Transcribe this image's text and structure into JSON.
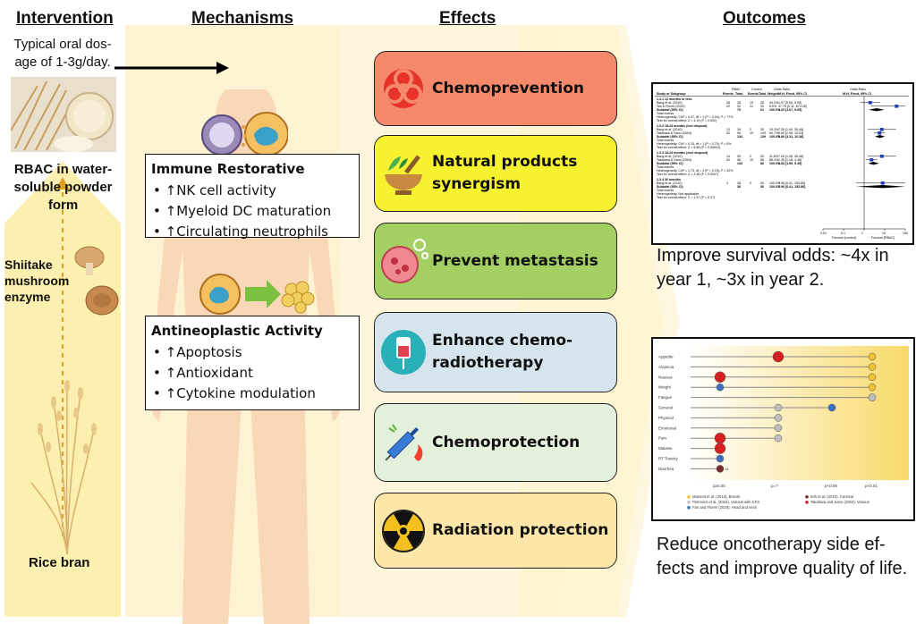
{
  "headers": {
    "intervention": "Intervention",
    "mechanisms": "Mechanisms",
    "effects": "Effects",
    "outcomes": "Outcomes"
  },
  "intervention": {
    "dosage": "Typical oral dos-age of 1-3g/day.",
    "product": "RBAC in water-soluble powder form",
    "enzyme": "Shiitake mushroom enzyme",
    "source": "Rice bran"
  },
  "mechanisms": {
    "immune": {
      "title": "Immune Restorative",
      "items": [
        "↑NK cell activity",
        "↑Myeloid DC maturation",
        "↑Circulating neutrophils"
      ]
    },
    "antineo": {
      "title": "Antineoplastic Activity",
      "items": [
        "↑Apoptosis",
        "↑Antioxidant",
        "↑Cytokine modulation"
      ]
    }
  },
  "effects": [
    {
      "label": "Chemoprevention",
      "color": "#f4896b",
      "icon": "biohazard-icon"
    },
    {
      "label": "Natural products synergism",
      "color": "#f7f230",
      "icon": "mortar-pestle-icon"
    },
    {
      "label": "Prevent metastasis",
      "color": "#a4cf62",
      "icon": "cancer-cell-icon"
    },
    {
      "label": "Enhance chemo-radiotherapy",
      "color": "#d6e4ed",
      "icon": "iv-drip-icon"
    },
    {
      "label": "Chemoprotection",
      "color": "#e3f0dc",
      "icon": "syringe-icon"
    },
    {
      "label": "Radiation protection",
      "color": "#fde7a8",
      "icon": "radiation-icon"
    }
  ],
  "outcomes": {
    "survival": "Improve survival odds: ~4x in year 1, ~3x in year 2.",
    "quality": "Reduce oncotherapy side ef-fects and improve quality of life."
  },
  "forest_plot": {
    "col_headers": [
      "Study or Subgroup",
      "Events",
      "Total",
      "Events",
      "Total",
      "Weight",
      "M-H, Fixed, 95% CI",
      "M-H, Fixed, 95% CI"
    ],
    "group_headers": [
      "RBAC",
      "Control",
      "Odds Ratio",
      "Odds Ratio"
    ],
    "subgroups": [
      {
        "title": "1.3.1 12 months or less",
        "rows": [
          [
            "Bang et al. (2010)",
            "28",
            "28",
            "19",
            "28",
            "94.0%",
            "1.97 [0.65, 5.95]"
          ],
          [
            "Tan & Flores (2020)",
            "22",
            "32",
            "21",
            "33",
            "6.0%",
            "37.79 [2.11, 673.26]"
          ]
        ],
        "subtotal": [
          "Subtotal (95% CI)",
          "",
          "70",
          "",
          "61",
          "100.0%",
          "4.02 [1.67, 9.65]"
        ],
        "notes": [
          "Total events",
          "Heterogeneity: Chi² = 4.37, df = 1 (P = 0.04); I² = 77%",
          "Test for overall effect: Z = 3.19 (P = 0.002)"
        ]
      },
      {
        "title": "1.3.2 18-24 months (incl dropout)",
        "rows": [
          [
            "Bang et al. (2010)",
            "13",
            "39",
            "2",
            "30",
            "19.3%",
            "7.26 [1.49, 35.46]"
          ],
          [
            "Takahara & Sano (2004)",
            "52",
            "96",
            "19",
            "109",
            "84.7%",
            "5.60 [2.98, 10.53]"
          ]
        ],
        "subtotal": [
          "Subtotal (95% CI)",
          "",
          "134",
          "",
          "139",
          "100.0%",
          "5.86 [3.31, 10.38]"
        ],
        "notes": [
          "Total events",
          "Heterogeneity: Chi² = 0.15, df = 1 (P = 0.70); I² = 0%",
          "Test for overall effect: Z = 5.66 (P < 0.00001)"
        ]
      },
      {
        "title": "1.3.3 18-24 months (excl dropout)",
        "rows": [
          [
            "Bang et al. (2010)",
            "13",
            "39",
            "2",
            "30",
            "11.6%",
            "7.26 [1.49, 35.46]"
          ],
          [
            "Takahara & Sano (2004)",
            "52",
            "96",
            "19",
            "56",
            "88.4%",
            "2.30 [1.18, 4.48]"
          ]
        ],
        "subtotal": [
          "Subtotal (95% CI)",
          "",
          "134",
          "",
          "86",
          "100.0%",
          "2.83 [1.55, 5.35]"
        ],
        "notes": [
          "Total events",
          "Heterogeneity: Chi² = 1.73, df = 1 (P = 0.19); I² = 42%",
          "Test for overall effect: Z = 3.38 (P = 0.0007)"
        ]
      },
      {
        "title": "1.3.4 36 months",
        "rows": [
          [
            "Bang et al. (2010)",
            "4",
            "38",
            "0",
            "30",
            "100.0%",
            "7.96 [0.41, 153.86]"
          ]
        ],
        "subtotal": [
          "Subtotal (95% CI)",
          "",
          "38",
          "",
          "30",
          "100.0%",
          "7.96 [0.41, 153.86]"
        ],
        "notes": [
          "Total events",
          "Heterogeneity: Not applicable",
          "Test for overall effect: Z = 1.37 (P = 0.17)"
        ]
      }
    ],
    "axis_ticks": [
      "0.01",
      "0.1",
      "1",
      "10",
      "100"
    ],
    "axis_labels": [
      "Favours [control]",
      "Favours [RBAC]"
    ]
  },
  "chart_data": {
    "type": "scatter",
    "categories": [
      "Appetite",
      "Alopecia",
      "Nausea",
      "Weight",
      "Fatigue",
      "General",
      "Physical",
      "Emotional",
      "Pain",
      "Malaise",
      "RT Toxicity",
      "Diarrhea"
    ],
    "x_levels": [
      "p≥0.05",
      "p=?",
      "p<0.05",
      "p<0.01"
    ],
    "series": [
      {
        "name": "Masood et al. (2013), Breast",
        "color": "#f2c12e",
        "points": [
          [
            "Appetite",
            "p<0.01"
          ],
          [
            "Alopecia",
            "p<0.01"
          ],
          [
            "Nausea",
            "p<0.01"
          ],
          [
            "Weight",
            "p<0.01"
          ],
          [
            "Fatigue",
            "p<0.01"
          ]
        ]
      },
      {
        "name": "Petrovics et al. (2016), Various with CFS",
        "color": "#bfbfbf",
        "points": [
          [
            "Fatigue",
            "p<0.01"
          ],
          [
            "General",
            "p=?"
          ],
          [
            "Physical",
            "p=?"
          ],
          [
            "Emotional",
            "p=?"
          ],
          [
            "Pain",
            "p=?"
          ]
        ]
      },
      {
        "name": "Fan and Flores (2020), Head and neck",
        "color": "#3a6fc4",
        "points": [
          [
            "Weight",
            "p≥0.05"
          ],
          [
            "General",
            "p<0.05"
          ],
          [
            "RT Toxicity",
            "p≥0.05"
          ]
        ]
      },
      {
        "name": "Itoh et al. (2015), Cervical",
        "color": "#7a2a2a",
        "points": [
          [
            "Diarrhea",
            "p≥0.05"
          ]
        ]
      },
      {
        "name": "Takahara and Sano (2004), Various",
        "color": "#d42020",
        "points": [
          [
            "Appetite",
            "p=?"
          ],
          [
            "Nausea",
            "p≥0.05"
          ],
          [
            "Pain",
            "p≥0.05"
          ],
          [
            "Malaise",
            "p≥0.05"
          ]
        ]
      }
    ],
    "point_labels": {
      "diarrhea": "14"
    }
  }
}
